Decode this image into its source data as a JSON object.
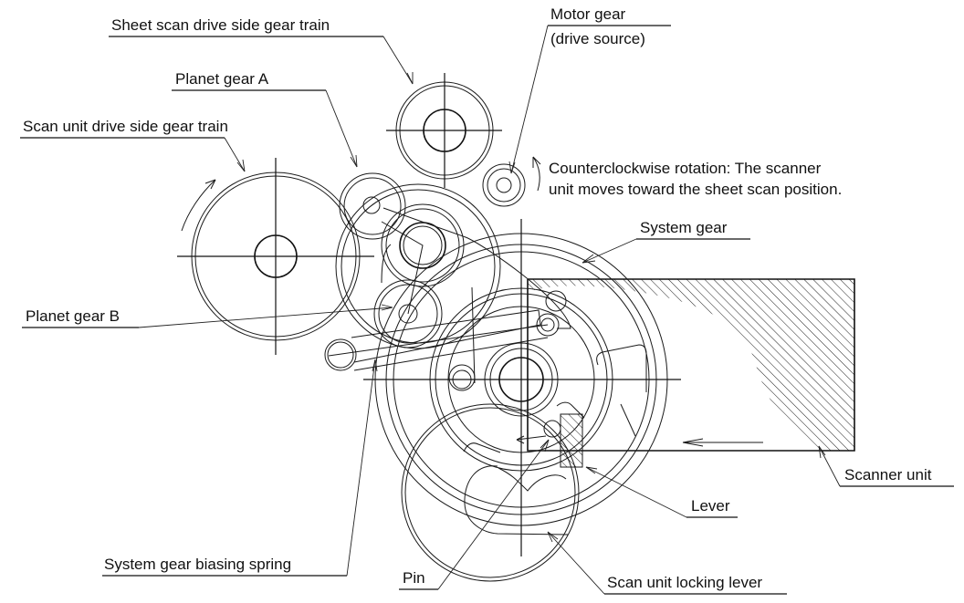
{
  "diagram": {
    "title": "Scanner unit drive mechanism",
    "line_color": "#111111",
    "background": "#ffffff",
    "labels": {
      "sheet_scan_train": "Sheet scan drive side gear train",
      "motor_gear_line1": "Motor gear",
      "motor_gear_line2": "(drive source)",
      "planet_gear_a": "Planet gear A",
      "scan_unit_train": "Scan unit drive side gear train",
      "ccw_note_line1": "Counterclockwise rotation: The scanner",
      "ccw_note_line2": "unit moves toward the sheet scan position.",
      "system_gear": "System gear",
      "planet_gear_b": "Planet gear B",
      "scanner_unit": "Scanner unit",
      "lever": "Lever",
      "system_gear_biasing_spring": "System gear biasing spring",
      "pin": "Pin",
      "scan_unit_locking_lever": "Scan unit locking lever"
    }
  }
}
